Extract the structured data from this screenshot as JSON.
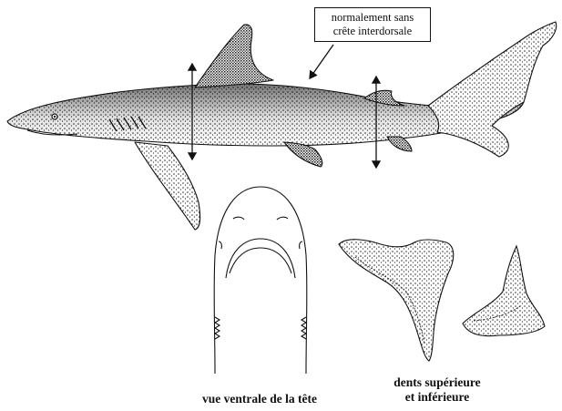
{
  "annotation": {
    "line1": "normalement sans",
    "line2": "crête interdorsale"
  },
  "captions": {
    "head": "vue ventrale de la tête",
    "teeth_line1": "dents supérieure",
    "teeth_line2": "et inférieure"
  },
  "colors": {
    "ink": "#111111",
    "paper": "#ffffff"
  }
}
